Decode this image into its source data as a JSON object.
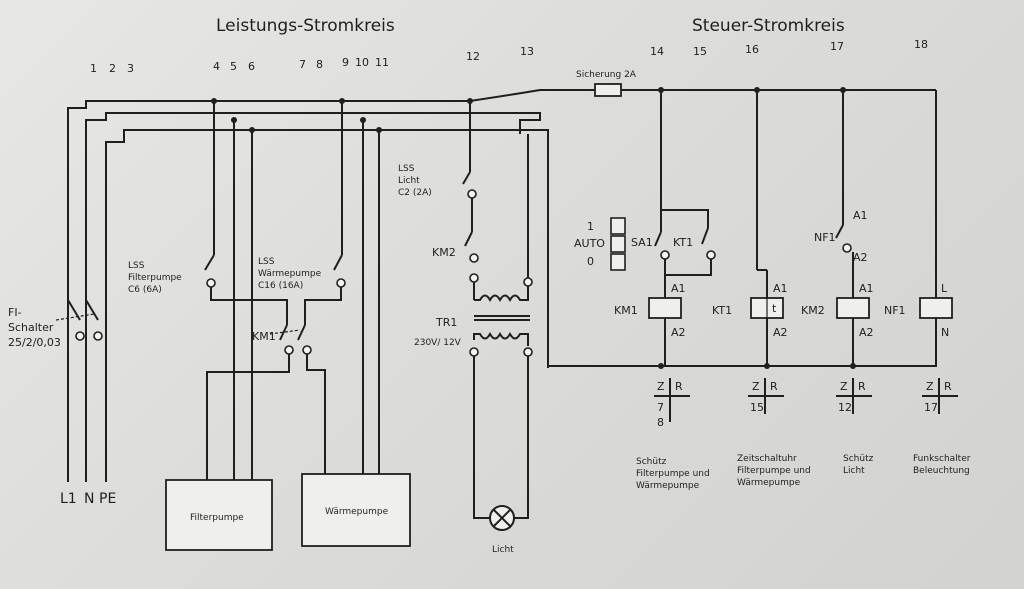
{
  "headings": {
    "power": "Leistungs-Stromkreis",
    "control": "Steuer-Stromkreis"
  },
  "column_numbers": [
    "1",
    "2",
    "3",
    "4",
    "5",
    "6",
    "7",
    "8",
    "9",
    "10",
    "11",
    "12",
    "13",
    "14",
    "15",
    "16",
    "17",
    "18"
  ],
  "fuse_label": "Sicherung 2A",
  "fi": {
    "line1": "FI-",
    "line2": "Schalter",
    "line3": "25/2/0,03"
  },
  "supply": {
    "l1": "L1",
    "n": "N",
    "pe": "PE"
  },
  "lss_filter": {
    "line1": "LSS",
    "line2": "Filterpumpe",
    "line3": "C6 (6A)"
  },
  "lss_heat": {
    "line1": "LSS",
    "line2": "Wärmepumpe",
    "line3": "C16 (16A)"
  },
  "km1_power": "KM1",
  "lss_light": {
    "line1": "LSS",
    "line2": "Licht",
    "line3": "C2 (2A)"
  },
  "km2_power": "KM2",
  "transformer": {
    "name": "TR1",
    "rating": "230V/ 12V"
  },
  "selector": {
    "pos1": "1",
    "pos2": "AUTO",
    "pos3": "0"
  },
  "contacts": {
    "sa1": "SA1",
    "kt1": "KT1",
    "nf1": "NF1"
  },
  "coils": {
    "km1": "KM1",
    "kt1": "KT1",
    "km2": "KM2",
    "nf1": "NF1",
    "timer_symbol": "t"
  },
  "coil_terms": {
    "a1": "A1",
    "a2": "A2",
    "l": "L",
    "n": "N"
  },
  "zr": {
    "z": "Z",
    "r": "R"
  },
  "ref_km1": {
    "a": "7",
    "b": "8"
  },
  "ref_kt1": {
    "a": "15"
  },
  "ref_km2": {
    "a": "12"
  },
  "ref_nf1": {
    "a": "17"
  },
  "desc_km1": {
    "line1": "Schütz",
    "line2": "Filterpumpe und",
    "line3": "Wärmepumpe"
  },
  "desc_kt1": {
    "line1": "Zeitschaltuhr",
    "line2": "Filterpumpe und",
    "line3": "Wärmepumpe"
  },
  "desc_km2": {
    "line1": "Schütz",
    "line2": "Licht"
  },
  "desc_nf1": {
    "line1": "Funkschalter",
    "line2": "Beleuchtung"
  },
  "loads": {
    "filter": "Filterpumpe",
    "heat": "Wärmepumpe",
    "lamp": "Licht"
  }
}
